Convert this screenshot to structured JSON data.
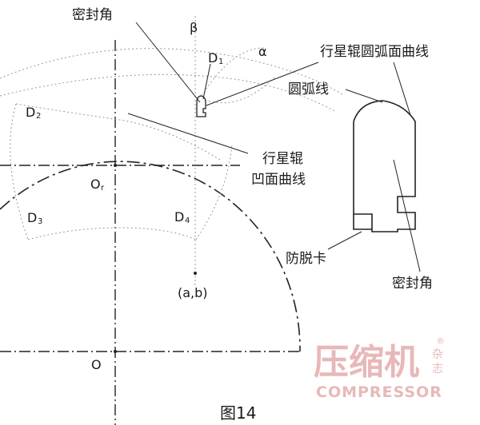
{
  "labels": {
    "seal_angle_top": "密封角",
    "beta": "β",
    "alpha": "α",
    "d1": "D",
    "d1_sub": "1",
    "d2": "D",
    "d2_sub": "2",
    "d3": "D",
    "d3_sub": "3",
    "d4": "D",
    "d4_sub": "4",
    "planet_arc_curve": "行星辊圆弧面曲线",
    "arc_line": "圆弧线",
    "planet_concave_line1": "行星辊",
    "planet_concave_line2": "凹面曲线",
    "or_center": "O",
    "or_sub": "r",
    "anti_slip": "防脱卡",
    "seal_angle_right": "密封角",
    "ab_point": "(a,b)",
    "o_center": "O"
  },
  "logo": {
    "main": "压缩机",
    "side": "杂志",
    "english": "COMPRESSOR",
    "registered": "®",
    "color": "#e8b8b8"
  },
  "caption": "图14"
}
